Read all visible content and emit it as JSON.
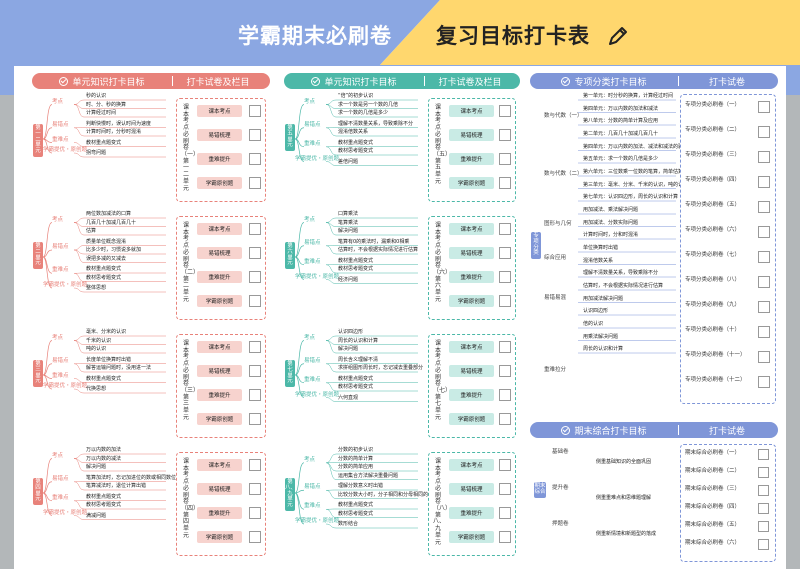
{
  "title_left": "学霸期末必刷卷",
  "title_right": "复习目标打卡表",
  "cols": [
    {
      "h1": "单元知识打卡目标",
      "h2": "打卡试卷及栏目",
      "units": [
        {
          "root": "第一二单元",
          "cats": [
            "考点",
            "易错点",
            "重难点",
            "学霸提优・原创题"
          ],
          "items": [
            [
              "秒的认识",
              "时、分、秒的换算",
              "计算经过时间"
            ],
            [
              "判断快慢时，误认时间为速度",
              "计算时间时，分秒时混淆"
            ],
            [
              "教材重点题变式"
            ],
            [
              "拐弯问题"
            ]
          ],
          "paper": [
            "课本考点",
            "易错梳理",
            "重难提升",
            "学霸原创题"
          ],
          "vtitle": "课本考点必刷卷（一）第一二单元"
        },
        {
          "root": "第二单元",
          "cats": [
            "考点",
            "易错点",
            "重难点",
            "学霸提优・原创题"
          ],
          "items": [
            [
              "两位数加减法的口算",
              "几百几十加减几百几十",
              "估算"
            ],
            [
              "质量单位概念混淆",
              "比多少时，习惯说多就加",
              "误把多减的又减去"
            ],
            [
              "教材重点题变式",
              "教材思考题变式"
            ],
            [
              "整体思想"
            ]
          ],
          "paper": [
            "课本考点",
            "易错梳理",
            "重难提升",
            "学霸原创题"
          ],
          "vtitle": "课本考点必刷卷（二）第二单元"
        },
        {
          "root": "第三单元",
          "cats": [
            "考点",
            "易错点",
            "重难点",
            "学霸提优・原创题"
          ],
          "items": [
            [
              "毫米、分米的认识",
              "千米的认识",
              "吨的认识"
            ],
            [
              "长度单位换算时出错",
              "解答运输问题时，没用进一法"
            ],
            [
              "教材重点题变式"
            ],
            [
              "代换思想"
            ]
          ],
          "paper": [
            "课本考点",
            "易错梳理",
            "重难提升",
            "学霸原创题"
          ],
          "vtitle": "课本考点必刷卷（三）第三单元"
        },
        {
          "root": "第四单元",
          "cats": [
            "考点",
            "易错点",
            "重难点",
            "学霸提优・原创题"
          ],
          "items": [
            [
              "万以内数的加法",
              "万以内数的减法",
              "解决问题"
            ],
            [
              "笔算加法时，忘记加进位的数或相同数位没有对齐",
              "笔算减法时，退位计算出错"
            ],
            [
              "教材重点题变式",
              "教材思考题变式"
            ],
            [
              "满减问题"
            ]
          ],
          "paper": [
            "课本考点",
            "易错梳理",
            "重难提升",
            "学霸原创题"
          ],
          "vtitle": "课本考点必刷卷（四）第四单元"
        }
      ]
    },
    {
      "h1": "单元知识打卡目标",
      "h2": "打卡试卷及栏目",
      "units": [
        {
          "root": "第五单元",
          "cats": [
            "考点",
            "易错点",
            "重难点",
            "学霸提优・原创题"
          ],
          "items": [
            [
              "“倍”的初步认识",
              "求一个数是另一个数的几倍",
              "求一个数的几倍是多少"
            ],
            [
              "理解不清数量关系，导致乘除不分",
              "混淆倍数关系"
            ],
            [
              "教材重点题变式",
              "教材思考题变式"
            ],
            [
              "差倍问题"
            ]
          ],
          "paper": [
            "课本考点",
            "易错梳理",
            "重难提升",
            "学霸原创题"
          ],
          "vtitle": "课本考点必刷卷（五）第五单元"
        },
        {
          "root": "第六单元",
          "cats": [
            "考点",
            "易错点",
            "重难点",
            "学霸提优・原创题"
          ],
          "items": [
            [
              "口算乘法",
              "笔算乘法",
              "解决问题"
            ],
            [
              "笔算有0的乘法时，漏乘和0相乘",
              "估算时，不会根据实际情况进行估算"
            ],
            [
              "教材重点题变式",
              "教材思考题变式"
            ],
            [
              "经济问题"
            ]
          ],
          "paper": [
            "课本考点",
            "易错梳理",
            "重难提升",
            "学霸原创题"
          ],
          "vtitle": "课本考点必刷卷（六）第六单元"
        },
        {
          "root": "第七单元",
          "cats": [
            "考点",
            "易错点",
            "重难点",
            "学霸提优・原创题"
          ],
          "items": [
            [
              "认识四边形",
              "周长的认识和计算",
              "解决问题"
            ],
            [
              "周长含义理解不清",
              "求拼组图形周长时，忘记减去重叠部分"
            ],
            [
              "教材重点题变式",
              "教材思考题变式"
            ],
            [
              "六何直观"
            ]
          ],
          "paper": [
            "课本考点",
            "易错梳理",
            "重难提升",
            "学霸原创题"
          ],
          "vtitle": "课本考点必刷卷（七）第七单元"
        },
        {
          "root": "第八、九单元",
          "cats": [
            "考点",
            "易错点",
            "重难点",
            "学霸提优・原创题"
          ],
          "items": [
            [
              "分数的初步认识",
              "分数的简单计算",
              "分数的简单应用",
              "运用集合方法解决重叠问题"
            ],
            [
              "理解分数意义时出错",
              "比较分数大小时，分子相同和分母相同的比较方法混淆"
            ],
            [
              "教材重点题变式",
              "教材思考题变式"
            ],
            [
              "数形结合"
            ]
          ],
          "paper": [
            "课本考点",
            "易错梳理",
            "重难提升",
            "学霸原创题"
          ],
          "vtitle": "课本考点必刷卷（八）第八、九单元"
        }
      ]
    }
  ],
  "special": {
    "h1": "专项分类打卡目标",
    "h2": "打卡试卷",
    "root": "专项分类",
    "cats": [
      "数与代数（一）",
      "数与代数（二）",
      "图形与几何",
      "综合应用",
      "易错易混",
      "重难拉分"
    ],
    "items": [
      "第一单元：时分秒的换算，计算经过时间",
      "第四单元：万以内数的加法和减法",
      "第八单元：分数的简单计算及应用",
      "第二单元：几百几十加减几百几十",
      "第四单元：万以内数的加法、减法和减法的验算",
      "第五单元：求一个数的几倍是多少",
      "第六单元：三位数乘一位数的笔算，简单估算",
      "第三单元：毫米、分米、千米的认识，吨的认识",
      "第七单元：认识四边形，周长的认识和计算",
      "用加减法、乘法解决问题",
      "用加减法、分数实际问题",
      "计算时间时，分和时混淆",
      "单位换算时出错",
      "混淆倍数关系",
      "理解不清数量关系，导致乘除不分",
      "估算时，不会根据实际情况进行估算",
      "用加减法解决问题",
      "认识四边形",
      "倍的认识",
      "用乘法解决问题",
      "周长的认识和计算"
    ],
    "papers": [
      "专项分类必刷卷（一）",
      "专项分类必刷卷（二）",
      "专项分类必刷卷（三）",
      "专项分类必刷卷（四）",
      "专项分类必刷卷（五）",
      "专项分类必刷卷（六）",
      "专项分类必刷卷（七）",
      "专项分类必刷卷（八）",
      "专项分类必刷卷（九）",
      "专项分类必刷卷（十）",
      "专项分类必刷卷（十一）",
      "专项分类必刷卷（十二）"
    ]
  },
  "final": {
    "h1": "期末综合打卡目标",
    "h2": "打卡试卷",
    "root": "期末综合",
    "cats": [
      "基础卷",
      "提升卷",
      "押题卷"
    ],
    "items": [
      "侧重基础知识的全面巩固",
      "侧重重难点和思维题理解",
      "侧重新情境和新题型的落成"
    ],
    "papers": [
      "期末综合必刷卷（一）",
      "期末综合必刷卷（二）",
      "期末综合必刷卷（三）",
      "期末综合必刷卷（四）",
      "期末综合必刷卷（五）",
      "期末综合必刷卷（六）"
    ]
  },
  "colors": {
    "red": "#e8827a",
    "teal": "#4cb8a8",
    "blue": "#7f96d8",
    "yellow": "#ffd76e",
    "bluebg": "#8ba7e2"
  }
}
